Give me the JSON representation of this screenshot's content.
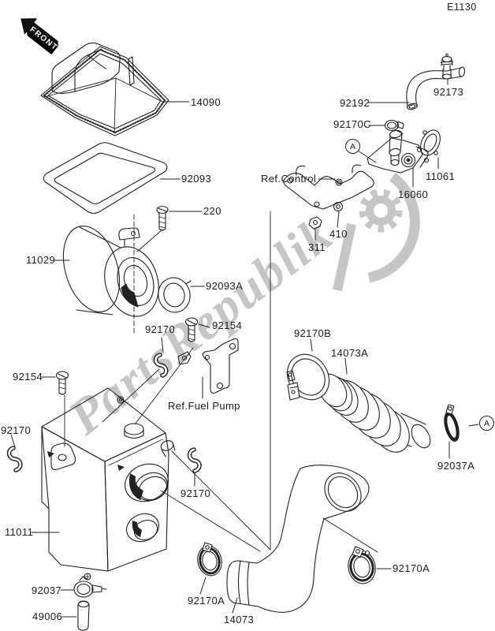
{
  "page": {
    "code": "E1130",
    "front_label": "FRONT",
    "watermark": "PartsRepublik"
  },
  "colors": {
    "line": "#1f1f1f",
    "watermark": "#c6c6c6",
    "background": "#ffffff"
  },
  "labels": {
    "p14090": {
      "text": "14090"
    },
    "p92093": {
      "text": "92093"
    },
    "p220": {
      "text": "220"
    },
    "p11029": {
      "text": "11029"
    },
    "p92093a": {
      "text": "92093A"
    },
    "p92170_mid": {
      "text": "92170"
    },
    "p92154_mid": {
      "text": "92154"
    },
    "ref_fuel_pump": {
      "text": "Ref.Fuel Pump"
    },
    "ref_control": {
      "text": "Ref.Control"
    },
    "p92192": {
      "text": "92192"
    },
    "p92173": {
      "text": "92173"
    },
    "p92170c": {
      "text": "92170C"
    },
    "p11061": {
      "text": "11061"
    },
    "p16060": {
      "text": "16060"
    },
    "p410": {
      "text": "410"
    },
    "p311": {
      "text": "311"
    },
    "p92170b": {
      "text": "92170B"
    },
    "p14073a": {
      "text": "14073A"
    },
    "p92037a": {
      "text": "92037A"
    },
    "p92154_left": {
      "text": "92154"
    },
    "p92170_left": {
      "text": "92170"
    },
    "p92170_right": {
      "text": "92170"
    },
    "p11011": {
      "text": "11011"
    },
    "p92037": {
      "text": "92037"
    },
    "p49006": {
      "text": "49006"
    },
    "p92170a_left": {
      "text": "92170A"
    },
    "p14073": {
      "text": "14073"
    },
    "p92170a_right": {
      "text": "92170A"
    },
    "detail_a": {
      "text": "A"
    }
  }
}
